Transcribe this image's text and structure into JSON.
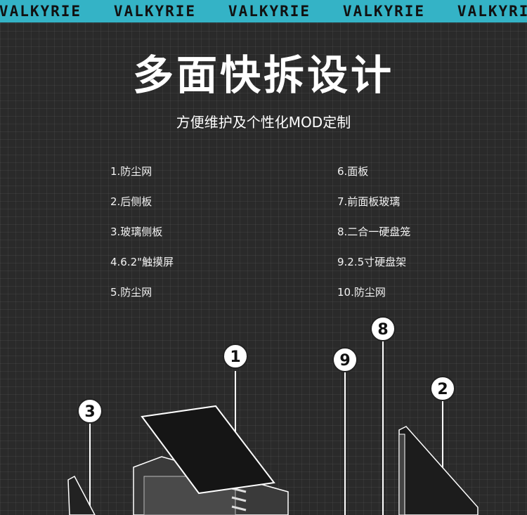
{
  "banner": {
    "brand": "VALKYRIE",
    "repeat": 5
  },
  "header": {
    "title": "多面快拆设计",
    "subtitle": "方便维护及个性化MOD定制"
  },
  "parts": {
    "left": [
      "1.防尘网",
      "2.后侧板",
      "3.玻璃侧板",
      "4.6.2\"触摸屏",
      "5.防尘网"
    ],
    "right": [
      "6.面板",
      "7.前面板玻璃",
      "8.二合一硬盘笼",
      "9.2.5寸硬盘架",
      "10.防尘网"
    ]
  },
  "callouts": [
    "1",
    "2",
    "3",
    "8",
    "9"
  ],
  "colors": {
    "banner": "#34b3c6",
    "background": "#2a2a2a",
    "text": "#ffffff"
  }
}
